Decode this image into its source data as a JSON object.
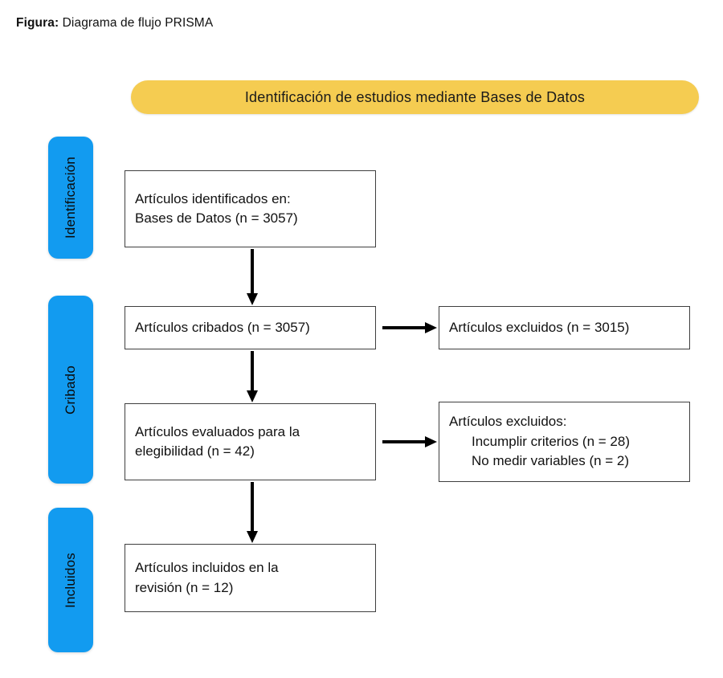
{
  "caption": {
    "label": "Figura:",
    "text": " Diagrama de flujo PRISMA"
  },
  "banner": {
    "title": "Identificación de estudios mediante Bases de Datos",
    "color": "#F5CC51"
  },
  "stages": {
    "color": "#129BF0",
    "identificacion": "Identificación",
    "cribado": "Cribado",
    "incluidos": "Incluidos"
  },
  "boxes": {
    "identified": {
      "line1": "Artículos identificados en:",
      "line2": "Bases de Datos (n = 3057)"
    },
    "screened": {
      "line1": "Artículos cribados (n = 3057)"
    },
    "excluded_screening": {
      "line1": "Artículos excluidos (n = 3015)"
    },
    "eligibility": {
      "line1": "Artículos evaluados para la",
      "line2": "elegibilidad (n = 42)"
    },
    "excluded_eligibility": {
      "line1": "Artículos excluidos:",
      "line2": "Incumplir criterios (n = 28)",
      "line3": "No medir variables (n = 2)"
    },
    "included": {
      "line1": "Artículos incluidos en la",
      "line2": "revisión (n = 12)"
    }
  },
  "chart_data": {
    "type": "diagram",
    "title": "Diagrama de flujo PRISMA",
    "nodes": [
      {
        "id": "identified",
        "stage": "Identificación",
        "label": "Artículos identificados en: Bases de Datos",
        "n": 3057
      },
      {
        "id": "screened",
        "stage": "Cribado",
        "label": "Artículos cribados",
        "n": 3057
      },
      {
        "id": "excluded_screening",
        "stage": "Cribado",
        "label": "Artículos excluidos",
        "n": 3015
      },
      {
        "id": "eligibility",
        "stage": "Cribado",
        "label": "Artículos evaluados para la elegibilidad",
        "n": 42
      },
      {
        "id": "excluded_eligibility",
        "stage": "Cribado",
        "label": "Artículos excluidos",
        "reasons": [
          {
            "label": "Incumplir criterios",
            "n": 28
          },
          {
            "label": "No medir variables",
            "n": 2
          }
        ]
      },
      {
        "id": "included",
        "stage": "Incluidos",
        "label": "Artículos incluidos en la revisión",
        "n": 12
      }
    ],
    "edges": [
      {
        "from": "identified",
        "to": "screened",
        "direction": "down"
      },
      {
        "from": "screened",
        "to": "excluded_screening",
        "direction": "right"
      },
      {
        "from": "screened",
        "to": "eligibility",
        "direction": "down"
      },
      {
        "from": "eligibility",
        "to": "excluded_eligibility",
        "direction": "right"
      },
      {
        "from": "eligibility",
        "to": "included",
        "direction": "down"
      }
    ]
  }
}
